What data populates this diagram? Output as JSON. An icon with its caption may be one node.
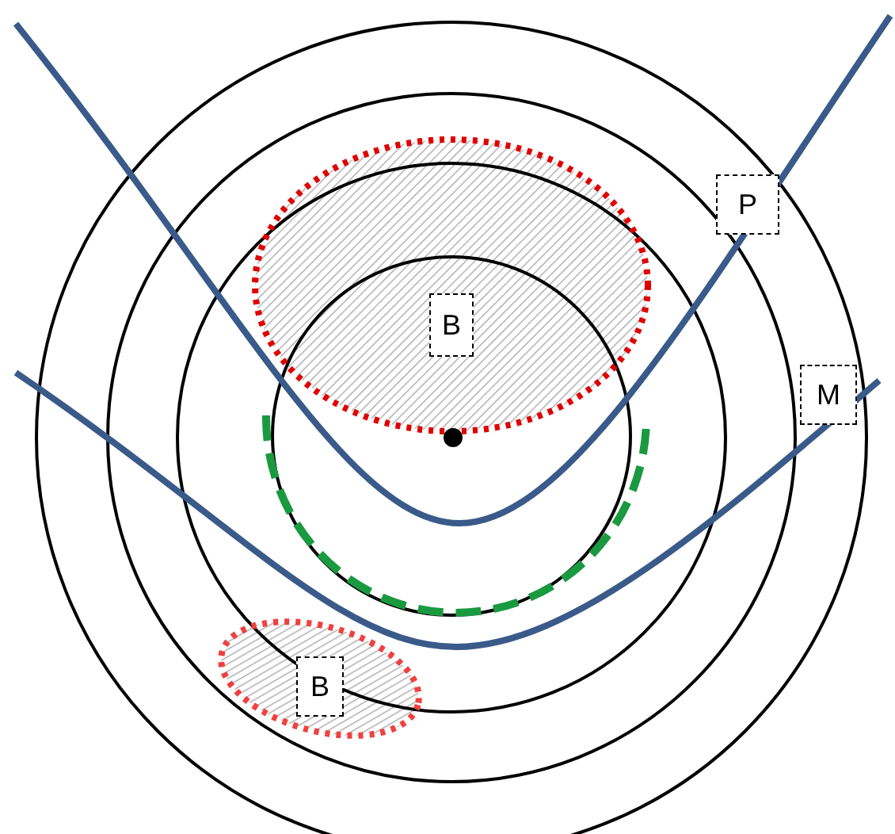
{
  "diagram": {
    "nodes": [
      {
        "text": [
          "P"
        ]
      },
      {
        "text": [
          "B"
        ]
      },
      {
        "text": [
          "M"
        ]
      },
      {
        "text": [
          "B"
        ]
      }
    ]
  }
}
